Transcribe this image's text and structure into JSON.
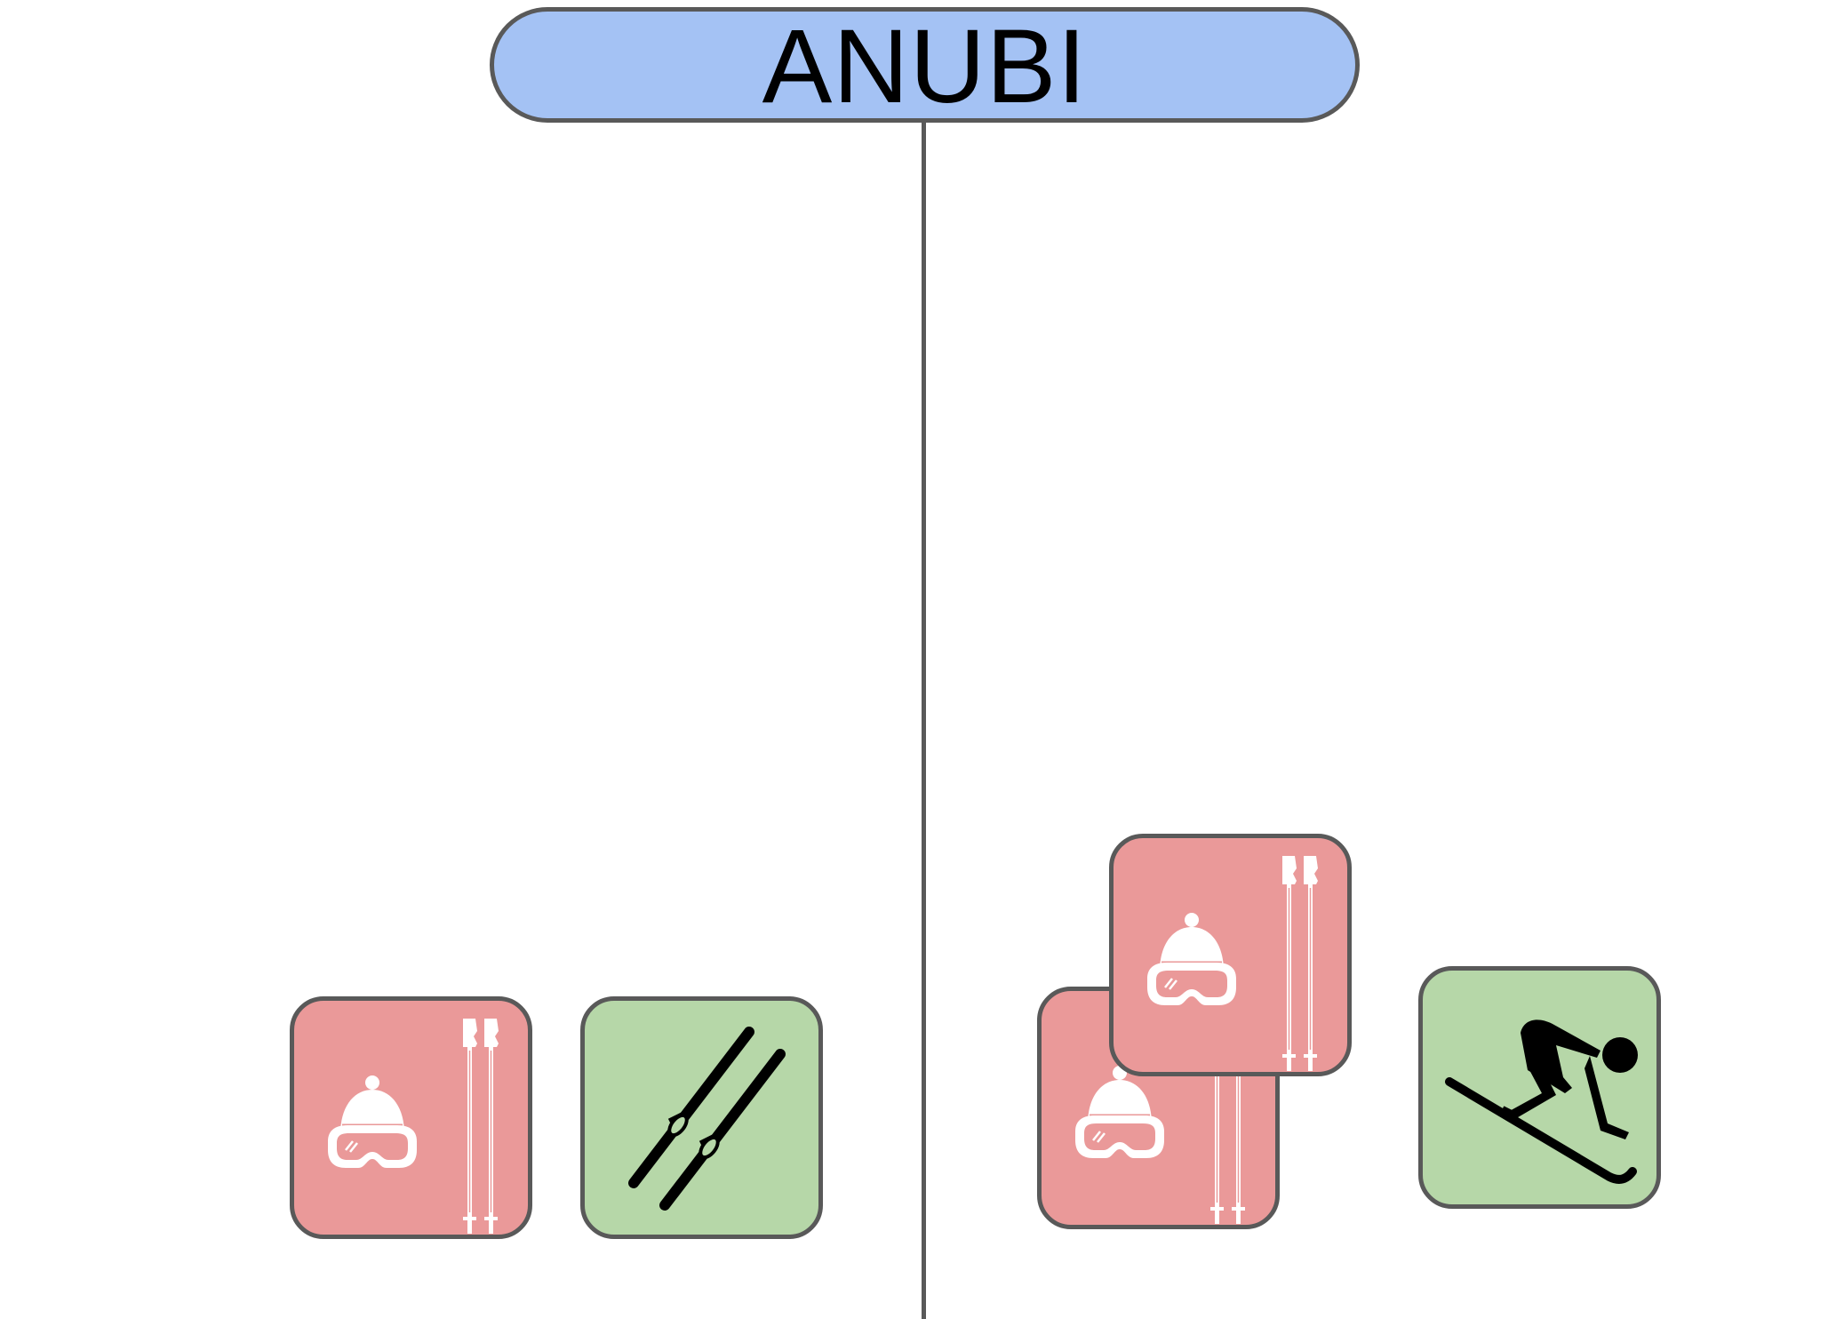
{
  "header": {
    "title": "ANUBI"
  },
  "colors": {
    "header_fill": "#a4c2f4",
    "outline": "#595959",
    "card_red": "#ea9999",
    "card_green": "#b6d7a8",
    "icon_light": "#ffffff",
    "icon_dark": "#000000"
  },
  "left_group": {
    "cards": [
      {
        "icon": "ski-gear-icon",
        "color": "red"
      },
      {
        "icon": "skis-icon",
        "color": "green"
      }
    ]
  },
  "right_group": {
    "cards": [
      {
        "icon": "ski-gear-icon",
        "color": "red"
      },
      {
        "icon": "ski-gear-icon",
        "color": "red"
      },
      {
        "icon": "skier-icon",
        "color": "green"
      }
    ]
  }
}
